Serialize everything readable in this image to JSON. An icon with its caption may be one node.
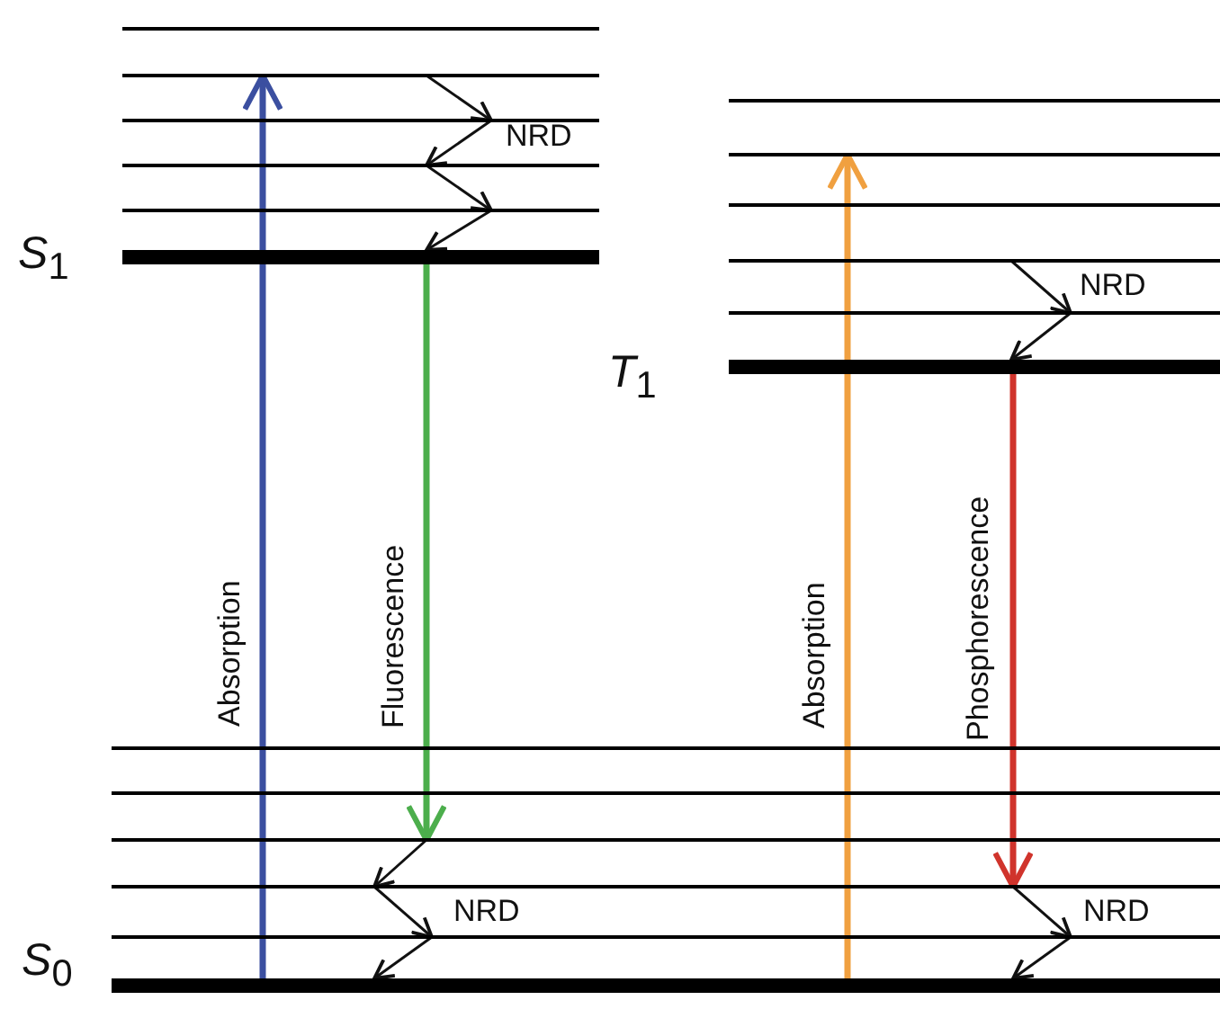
{
  "diagram": {
    "nodes": [
      {
        "text": [],
        "shape": "bar"
      },
      {
        "text": [],
        "shape": "bar"
      },
      {
        "text": [],
        "shape": "bar"
      },
      {
        "text": [],
        "shape": "bar"
      },
      {
        "text": [],
        "shape": "bar"
      },
      {
        "text": [
          "*S*$_{1}$"
        ]
      },
      {
        "text": [],
        "shape": "bar"
      },
      {
        "text": [],
        "shape": "bar"
      },
      {
        "text": [],
        "shape": "bar"
      },
      {
        "text": [],
        "shape": "bar"
      },
      {
        "text": [],
        "shape": "bar"
      },
      {
        "text": [
          "*T*$_{1}$"
        ]
      },
      {
        "text": [],
        "shape": "bar"
      },
      {
        "text": [],
        "shape": "bar"
      },
      {
        "text": [],
        "shape": "bar"
      },
      {
        "text": [],
        "shape": "bar"
      },
      {
        "text": [],
        "shape": "bar"
      },
      {
        "text": [
          "*S*$_{0}$"
        ]
      }
    ],
    "edges": [
      {
        "from": 17,
        "to": 1,
        "arrow": "to",
        "label": "Absorption",
        "style": "thick",
        "color": "#3b4fa0"
      },
      {
        "from": 5,
        "to": 14,
        "arrow": "to",
        "label": "Fluorescence",
        "style": "thick",
        "color": "#4cae4c"
      },
      {
        "from": 17,
        "to": 7,
        "arrow": "to",
        "label": "Absorption",
        "style": "thick",
        "color": "#f0a040"
      },
      {
        "from": 11,
        "to": 15,
        "arrow": "to",
        "label": "Phosphorescence",
        "style": "thick",
        "color": "#d0342c"
      },
      {
        "from": 1,
        "to": 2,
        "arrow": "to",
        "label": "NRD"
      },
      {
        "from": 2,
        "to": 3,
        "arrow": "to"
      },
      {
        "from": 3,
        "to": 4,
        "arrow": "to"
      },
      {
        "from": 4,
        "to": 5,
        "arrow": "to"
      },
      {
        "from": 9,
        "to": 10,
        "arrow": "to",
        "label": "NRD"
      },
      {
        "from": 10,
        "to": 11,
        "arrow": "to"
      },
      {
        "from": 14,
        "to": 15,
        "arrow": "to"
      },
      {
        "from": 15,
        "to": 16,
        "arrow": "to",
        "label": "NRD"
      },
      {
        "from": 16,
        "to": 17,
        "arrow": "to"
      },
      {
        "from": 15,
        "to": 16,
        "arrow": "to",
        "label": "NRD"
      },
      {
        "from": 16,
        "to": 17,
        "arrow": "to"
      }
    ]
  }
}
